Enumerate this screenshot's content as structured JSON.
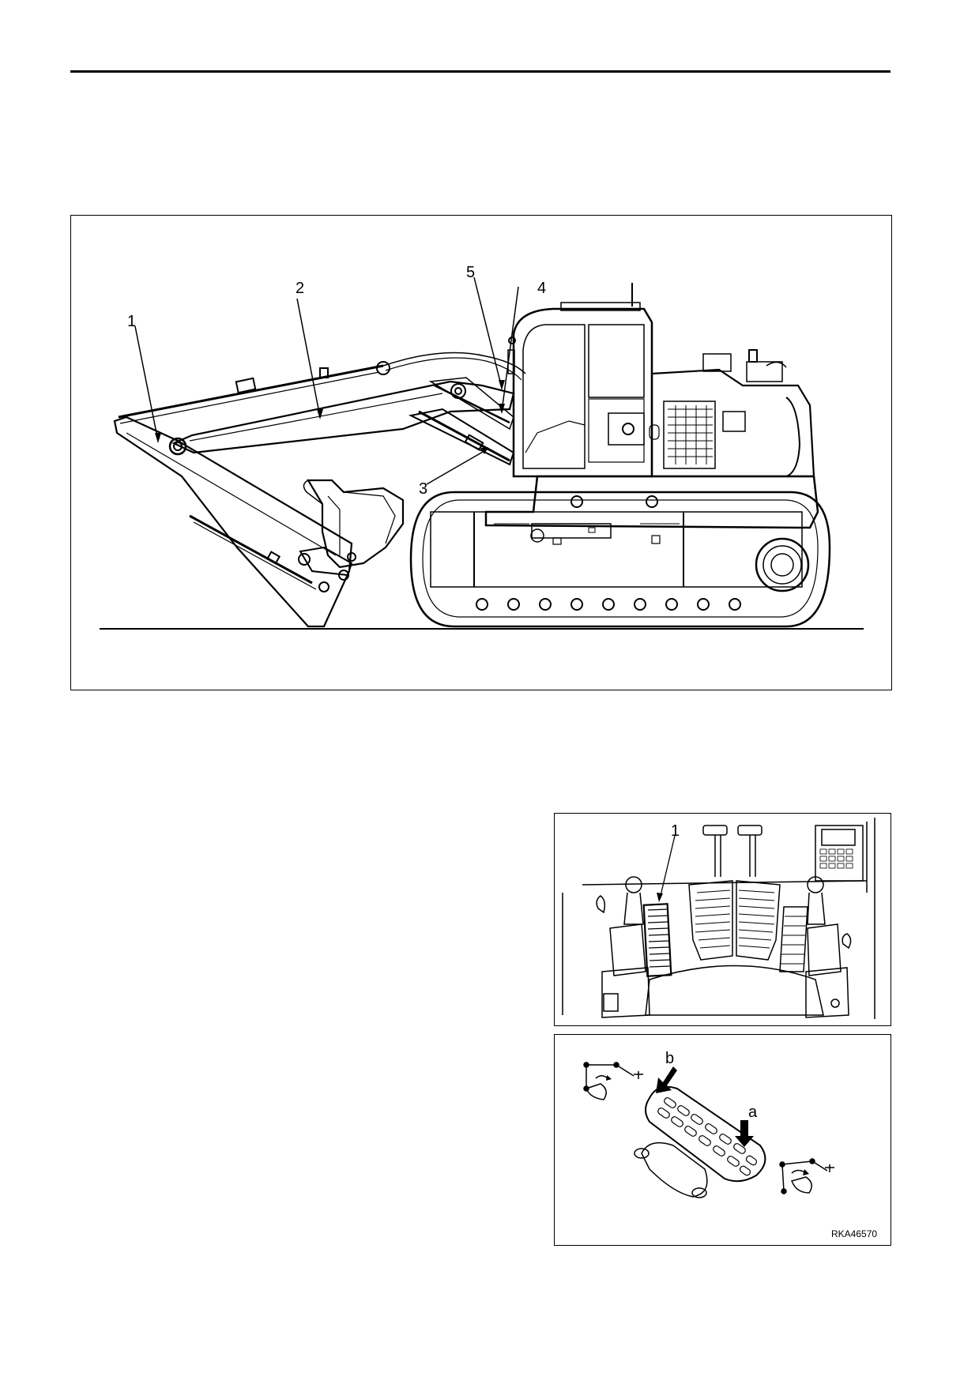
{
  "main_figure": {
    "callouts": [
      "1",
      "2",
      "3",
      "4",
      "5"
    ]
  },
  "cab_figure": {
    "callouts": [
      "1"
    ]
  },
  "pedal_figure": {
    "callouts": [
      "b",
      "a"
    ],
    "figure_code": "RKA46570"
  }
}
